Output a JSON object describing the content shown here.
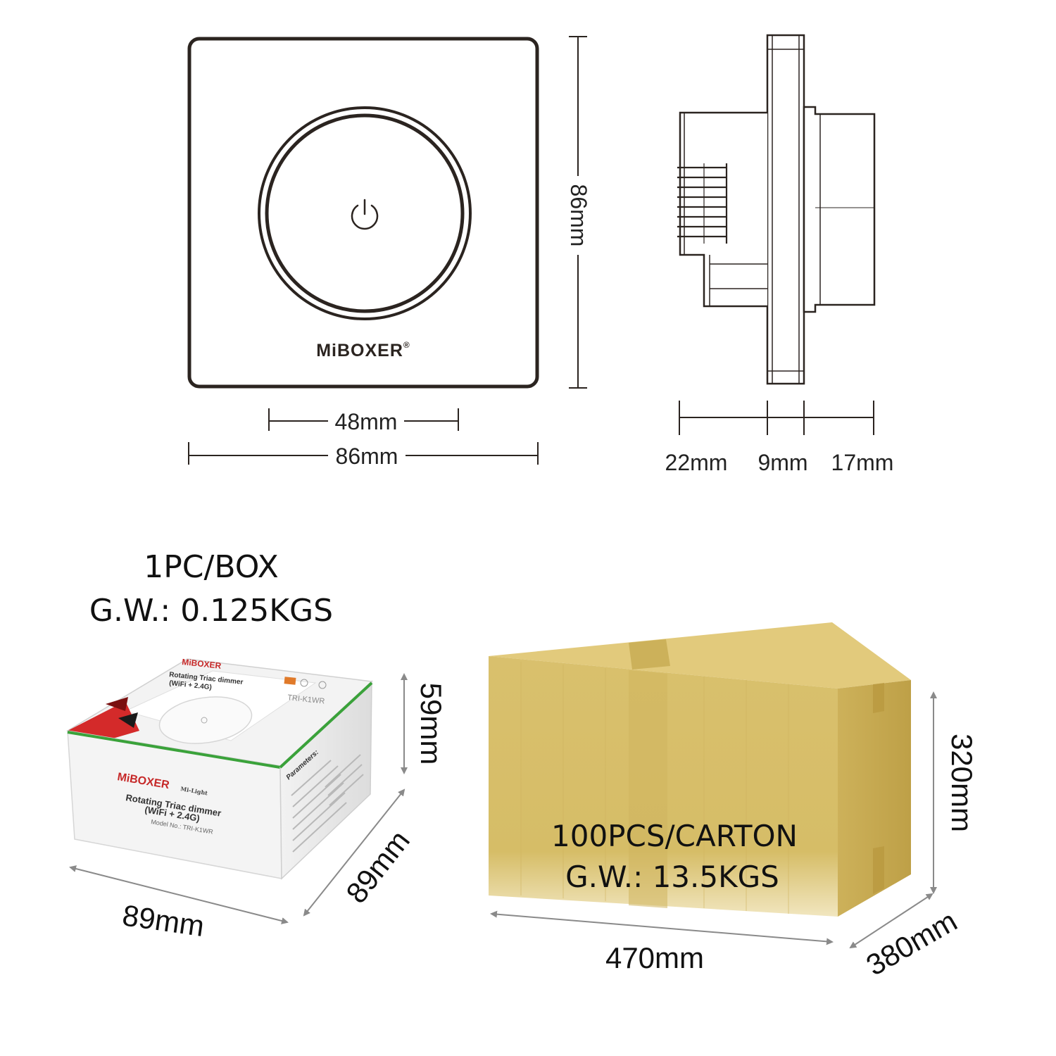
{
  "front_view": {
    "brand": "MiBOXER",
    "registered_mark": "®",
    "height_label": "86mm",
    "knob_width_label": "48mm",
    "width_label": "86mm",
    "icon": "power-icon"
  },
  "side_view": {
    "depth_labels": [
      "22mm",
      "9mm",
      "17mm"
    ]
  },
  "retail_box": {
    "qty_label": "1PC/BOX",
    "weight_label": "G.W.: 0.125KGS",
    "height_label": "59mm",
    "depth_label": "89mm",
    "width_label": "89mm",
    "box_brand": "MiBOXER",
    "box_sub_brand": "Mi-Light",
    "box_product_line1": "Rotating Triac dimmer",
    "box_product_line2": "(WiFi + 2.4G)",
    "box_model": "Model No.: TRI-K1WR",
    "box_top_model": "TRI-K1WR",
    "box_params_title": "Parameters:"
  },
  "carton": {
    "qty_label": "100PCS/CARTON",
    "weight_label": "G.W.: 13.5KGS",
    "height_label": "320mm",
    "width_label": "470mm",
    "depth_label": "380mm"
  },
  "colors": {
    "line": "#2b2420",
    "carton_front": "#d8bf6c",
    "carton_side": "#c9ad55",
    "carton_top": "#e1c97a",
    "box_green": "#3aa23a",
    "box_red": "#d42a2a"
  }
}
